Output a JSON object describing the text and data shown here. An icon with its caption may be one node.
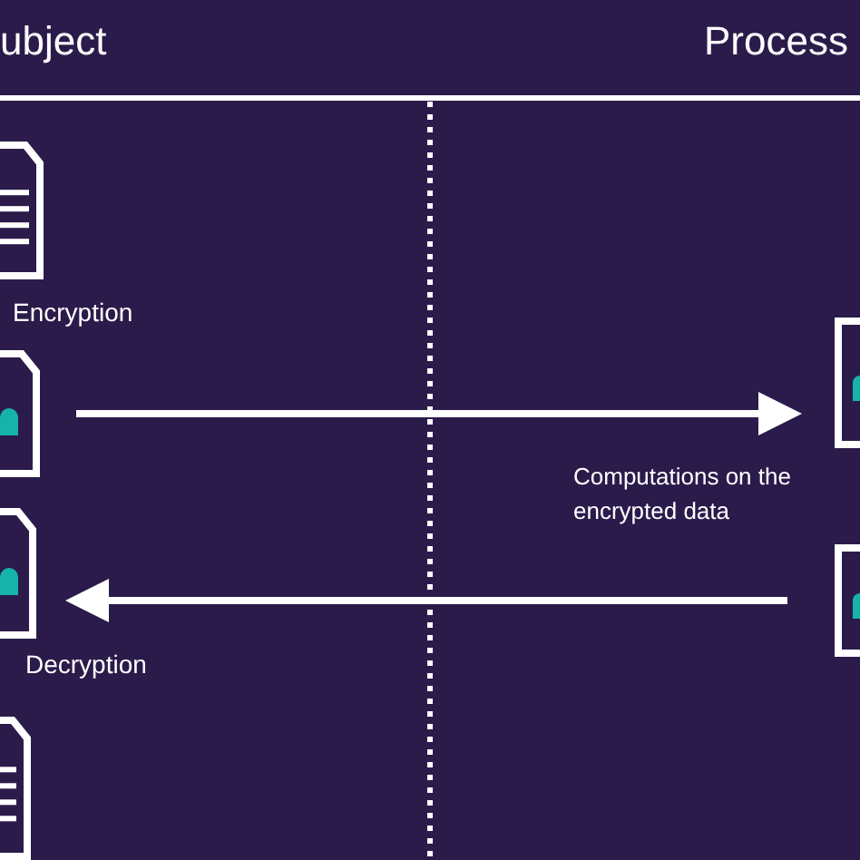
{
  "diagram": {
    "nodes": [
      {
        "text": [],
        "shape": "document"
      },
      {
        "text": [],
        "shape": "document"
      },
      {
        "text": [],
        "shape": "document"
      },
      {
        "text": [],
        "shape": "document"
      },
      {
        "text": [],
        "shape": "document"
      },
      {
        "text": [],
        "shape": "document"
      }
    ],
    "edges": [
      {
        "from": 1,
        "to": 4,
        "arrow": "to"
      },
      {
        "from": 5,
        "to": 2,
        "arrow": "to"
      }
    ],
    "labels": [
      "ubject",
      "Process",
      "Encryption",
      "Computations on the encrypted data",
      "Decryption"
    ]
  }
}
